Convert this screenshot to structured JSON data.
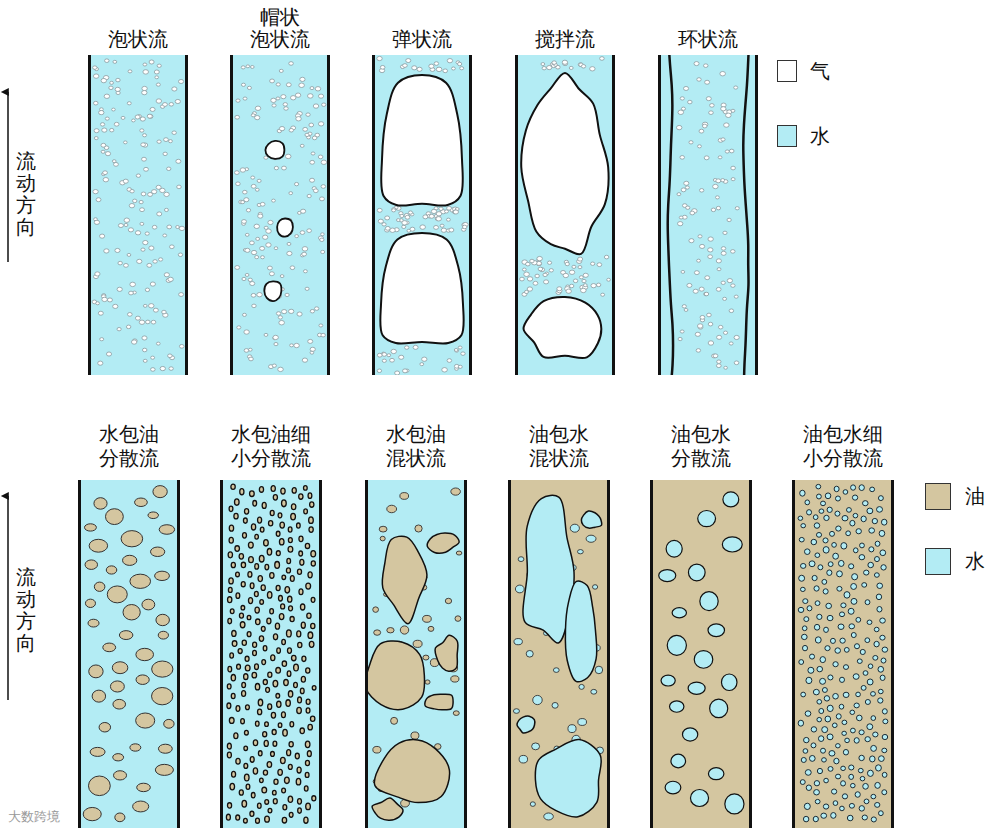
{
  "diagram": {
    "nodes": [
      {
        "text": [
          "泡状流"
        ]
      },
      {
        "text": [
          "帽状 泡状流"
        ]
      },
      {
        "text": [
          "弹状流"
        ]
      },
      {
        "text": [
          "搅拌流"
        ]
      },
      {
        "text": [
          "环状流"
        ]
      },
      {
        "text": [
          "水包油 分散流"
        ]
      },
      {
        "text": [
          "水包油细 小分散流"
        ]
      },
      {
        "text": [
          "水包油 混状流"
        ]
      },
      {
        "text": [
          "油包水 混状流"
        ]
      },
      {
        "text": [
          "油包水 分散流"
        ]
      },
      {
        "text": [
          "油包水细 小分散流"
        ]
      }
    ],
    "labels": [
      "流动方向",
      "流动方向",
      "大数跨境"
    ],
    "legend": [
      {
        "text": "气",
        "color": "#ffffff"
      },
      {
        "text": "水",
        "color": "#b3ecf4"
      },
      {
        "text": "油",
        "color": "#d4c6a0"
      },
      {
        "text": "水",
        "color": "#b3ecf4"
      }
    ]
  }
}
